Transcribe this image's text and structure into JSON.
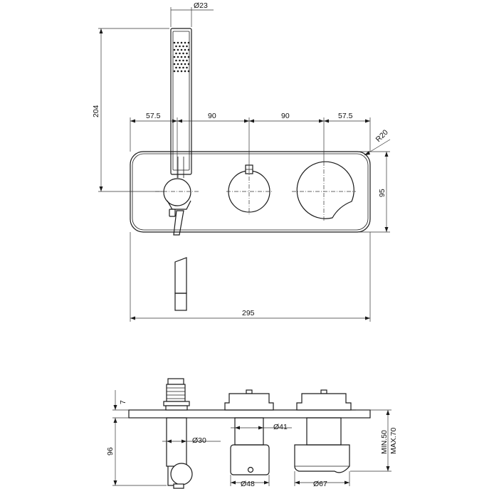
{
  "dimensions": {
    "d_handshower": "Ø23",
    "height_204": "204",
    "w_57_5_left": "57.5",
    "w_90_left": "90",
    "w_90_right": "90",
    "w_57_5_right": "57.5",
    "radius": "R20",
    "height_95": "95",
    "width_295": "295",
    "depth_7": "7",
    "depth_96": "96",
    "d_30": "Ø30",
    "d_41": "Ø41",
    "d_48": "Ø48",
    "d_67": "Ø67",
    "min_50": "MIN.50",
    "max_70": "MAX.70"
  }
}
